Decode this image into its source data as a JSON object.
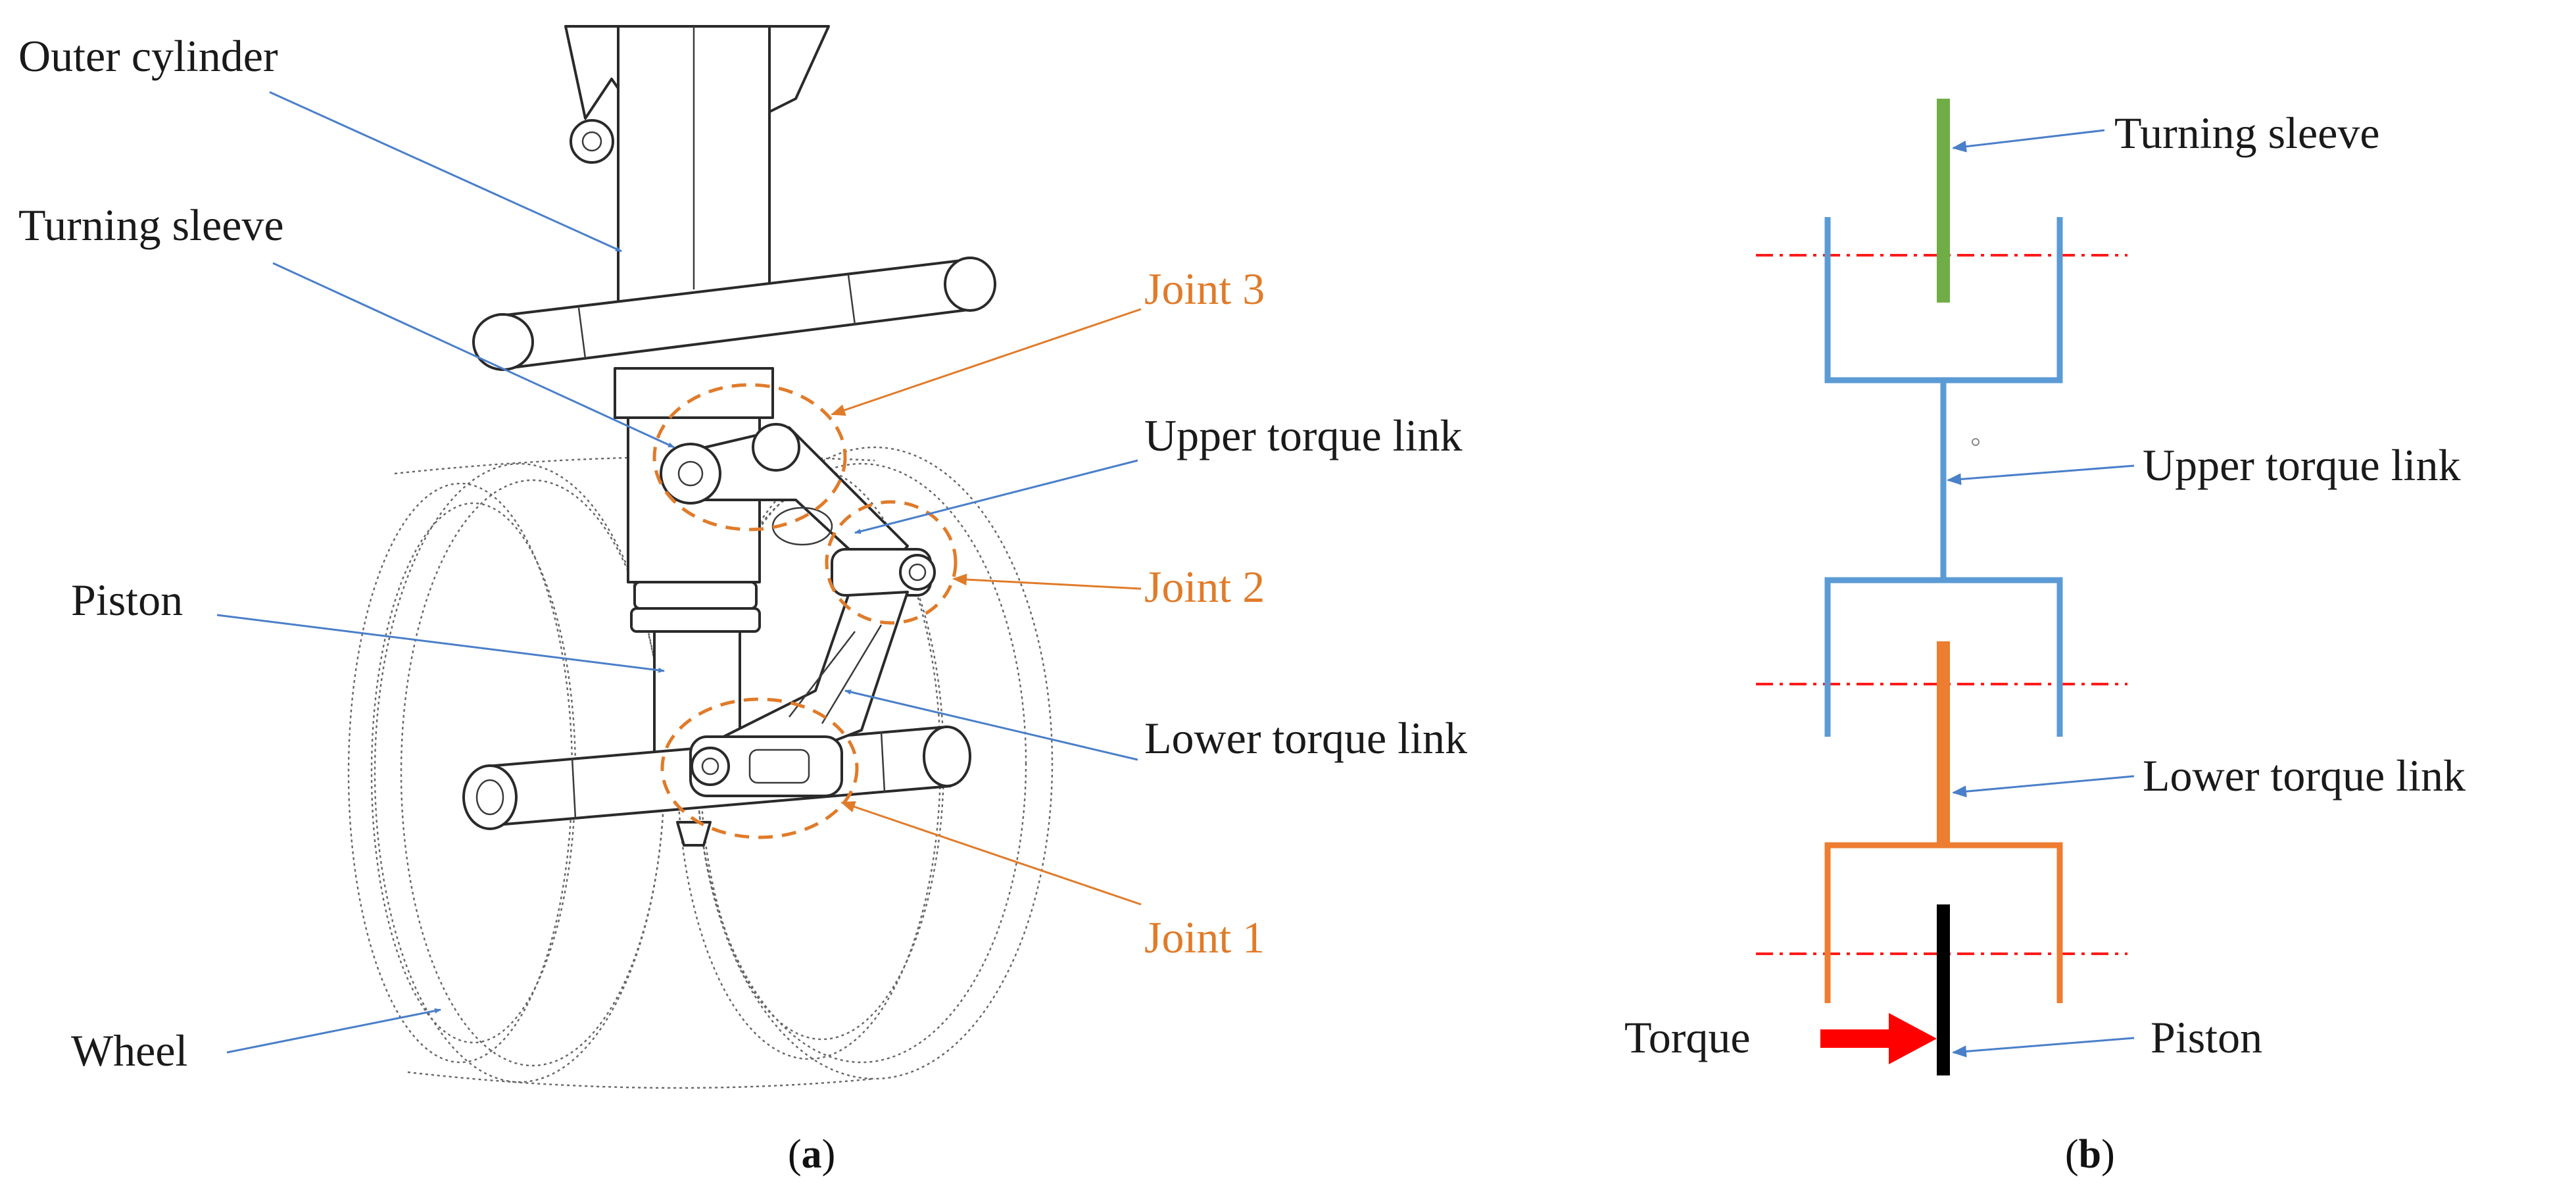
{
  "panel_a": {
    "labels": {
      "outer_cylinder": "Outer cylinder",
      "turning_sleeve": "Turning sleeve",
      "piston": "Piston",
      "wheel": "Wheel",
      "upper_torque_link": "Upper torque link",
      "lower_torque_link": "Lower torque link"
    },
    "joints": {
      "joint3": "Joint 3",
      "joint2": "Joint 2",
      "joint1": "Joint 1"
    },
    "caption": {
      "open": "(",
      "letter": "a",
      "close": ")"
    }
  },
  "panel_b": {
    "labels": {
      "turning_sleeve": "Turning sleeve",
      "upper_torque_link": "Upper torque link",
      "lower_torque_link": "Lower torque link",
      "torque": "Torque",
      "piston": "Piston"
    },
    "caption": {
      "open": "(",
      "letter": "b",
      "close": ")"
    }
  },
  "colors": {
    "turning_sleeve": "#70ad47",
    "upper_torque_link": "#5b9bd5",
    "lower_torque_link": "#ed7d31",
    "piston": "#000000",
    "torque_arrow": "#ff0000",
    "axis_line": "#ff1a1a",
    "joint_marker": "#e07b2a",
    "leader": "#4a7fc9"
  }
}
